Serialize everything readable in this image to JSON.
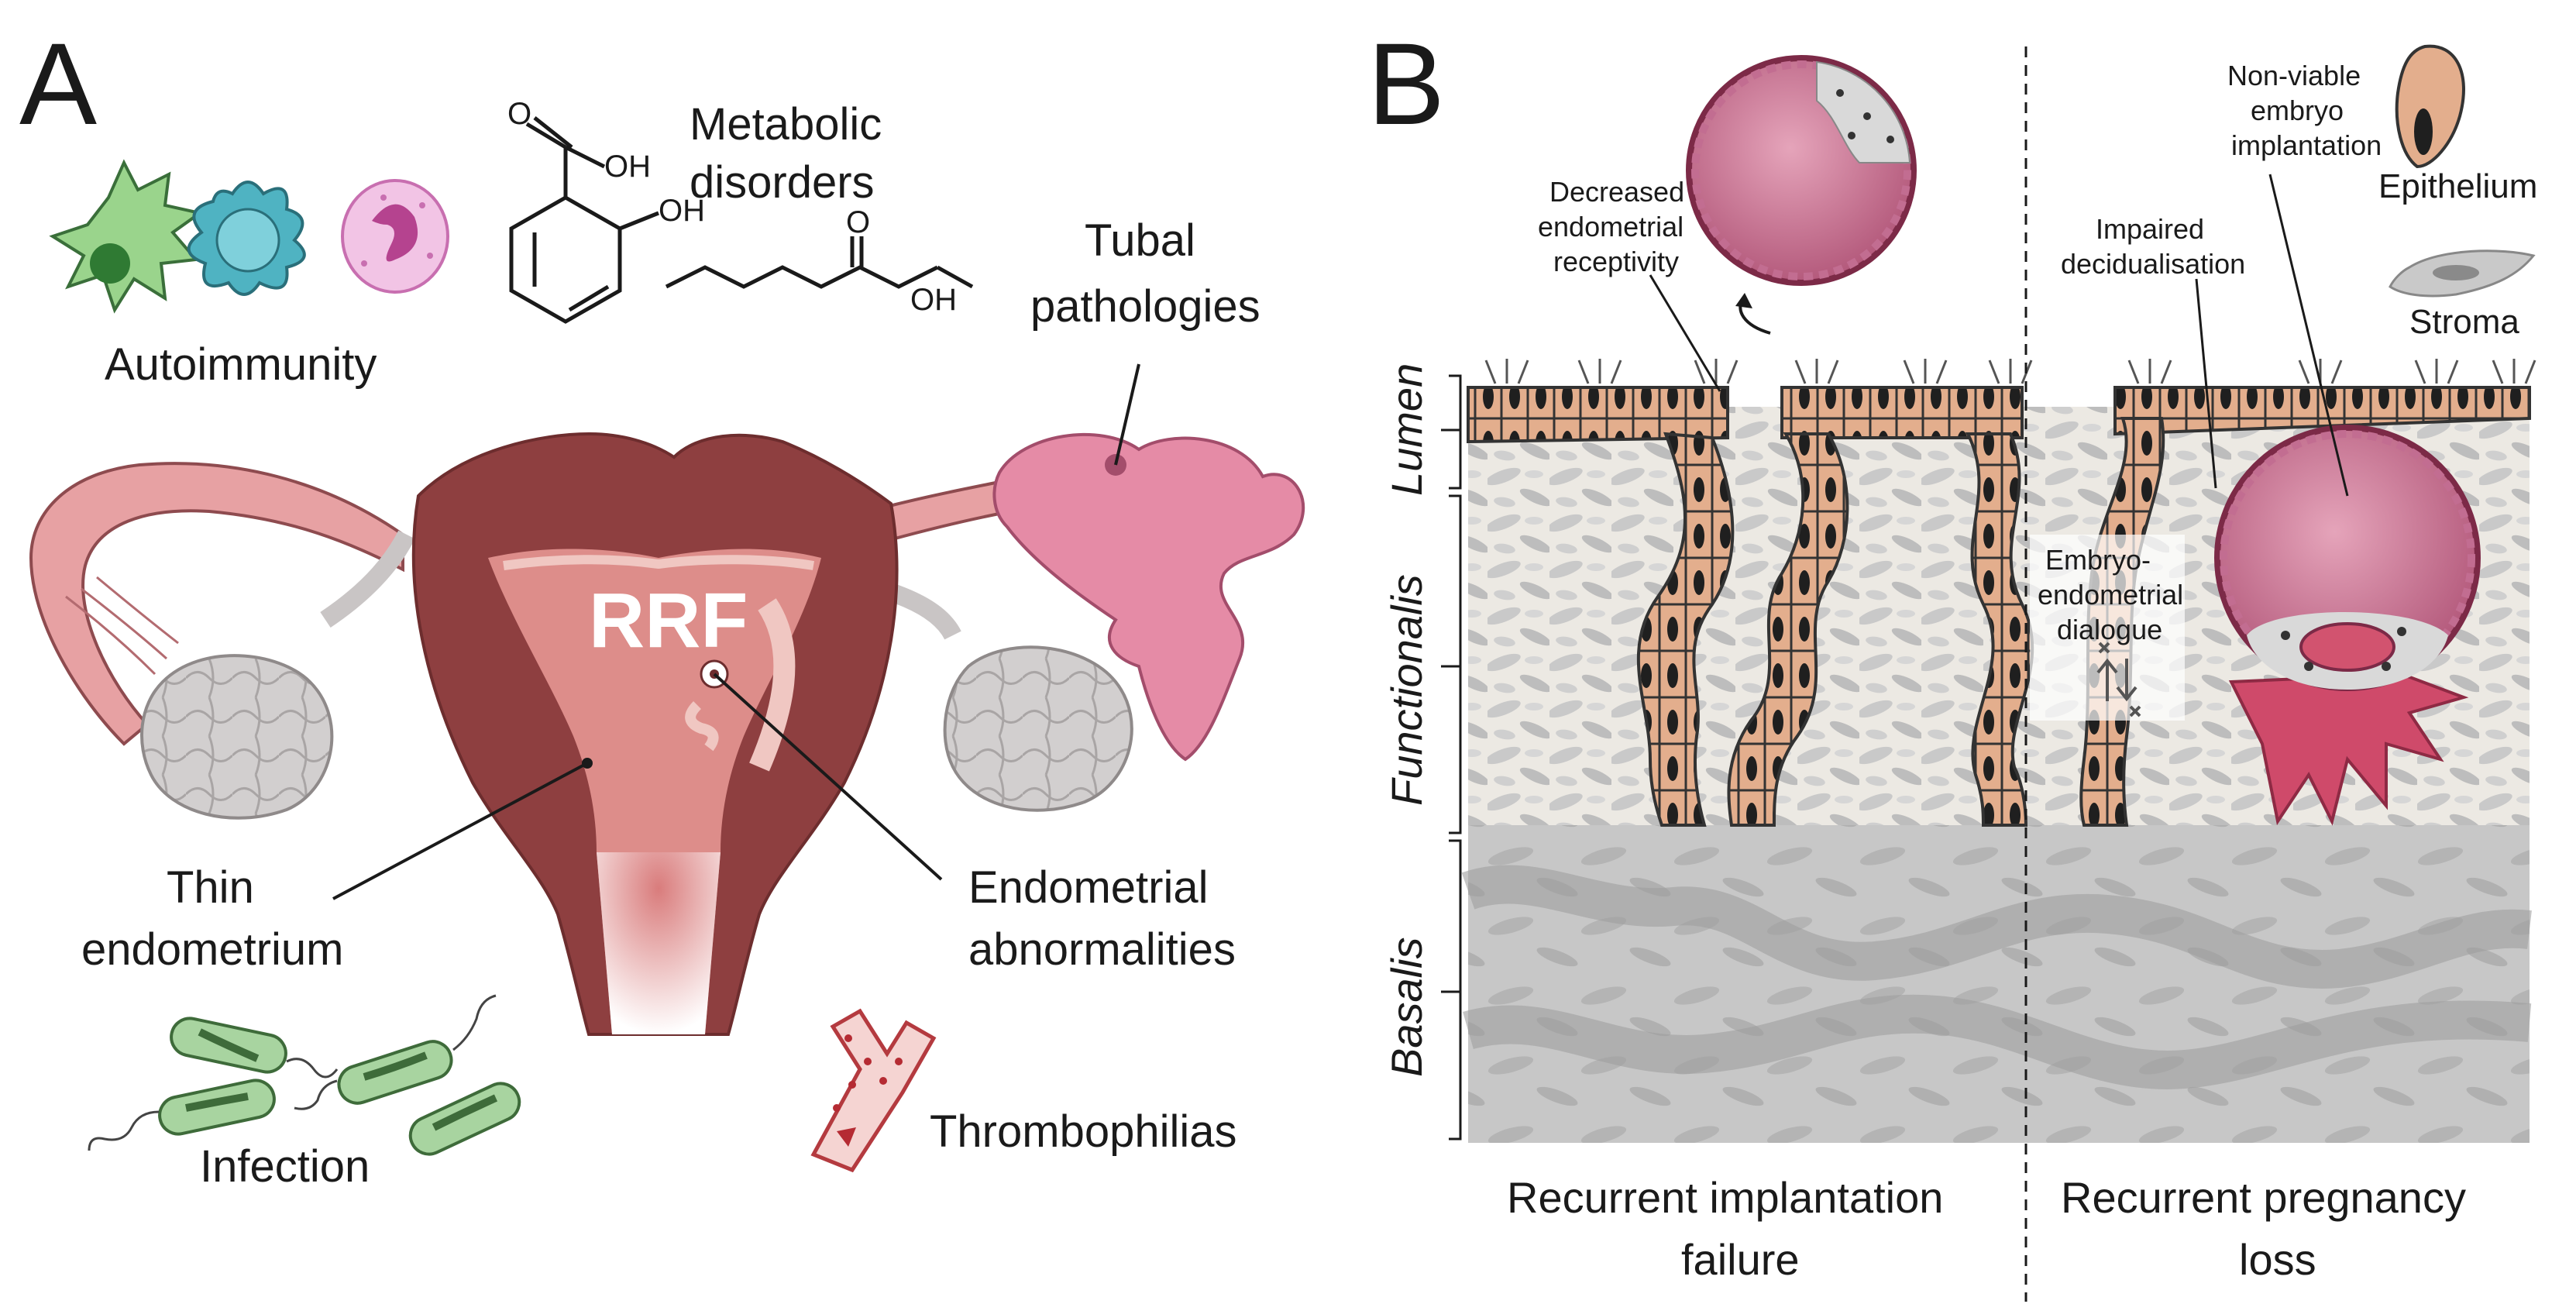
{
  "panel_a": {
    "letter": "A",
    "labels": {
      "autoimmunity": "Autoimmunity",
      "metabolic_line1": "Metabolic",
      "metabolic_line2": "disorders",
      "tubal_line1": "Tubal",
      "tubal_line2": "pathologies",
      "rrf": "RRF",
      "thin_line1": "Thin",
      "thin_line2": "endometrium",
      "endo_line1": "Endometrial",
      "endo_line2": "abnormalities",
      "infection": "Infection",
      "thrombophilias": "Thrombophilias",
      "chem_oh_top": "OH",
      "chem_oh_mid": "OH",
      "chem_o": "O",
      "chem_oh_right": "OH"
    }
  },
  "panel_b": {
    "letter": "B",
    "layers": {
      "lumen": "Lumen",
      "functionalis": "Functionalis",
      "basalis": "Basalis"
    },
    "annotations": {
      "decreased_line1": "Decreased",
      "decreased_line2": "endometrial",
      "decreased_line3": "receptivity",
      "impaired_line1": "Impaired",
      "impaired_line2": "decidualisation",
      "nonviable_line1": "Non-viable",
      "nonviable_line2": "embryo",
      "nonviable_line3": "implantation",
      "dialogue_line1": "Embryo-",
      "dialogue_line2": "endometrial",
      "dialogue_line3": "dialogue"
    },
    "legend": {
      "epithelium": "Epithelium",
      "stroma": "Stroma"
    },
    "footer": {
      "rif_line1": "Recurrent implantation",
      "rif_line2": "failure",
      "rpl_line1": "Recurrent pregnancy",
      "rpl_line2": "loss"
    }
  },
  "colors": {
    "uterus_dark": "#8e3f40",
    "uterus_light": "#dd8d8a",
    "tube_pink": "#e7a1a3",
    "epithelium": "#e3ae8d",
    "stroma": "#d4d4d4",
    "basalis": "#bdbdbd",
    "embryo": "#b85a79"
  }
}
